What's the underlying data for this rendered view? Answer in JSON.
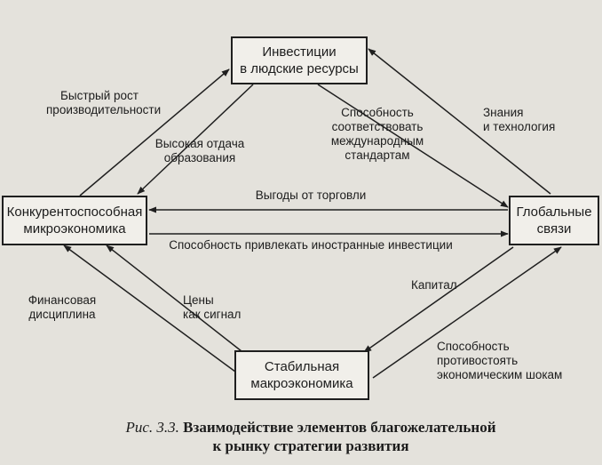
{
  "nodes": {
    "investments": "Инвестиции\nв людские ресурсы",
    "micro": "Конкурентоспособная\nмикроэкономика",
    "global": "Глобальные\nсвязи",
    "macro": "Стабильная\nмакроэкономика"
  },
  "edges": {
    "fast_growth": "Быстрый рост\nпроизводительности",
    "high_return": "Высокая отдача\nобразования",
    "meet_standards": "Способность\nсоответствовать\nмеждународным\nстандартам",
    "knowledge": "Знания\nи технология",
    "trade_benefits": "Выгоды от торговли",
    "attract_investment": "Способность привлекать иностранные инвестиции",
    "capital": "Капитал",
    "financial_discipline": "Финансовая\nдисциплина",
    "prices_signal": "Цены\nкак сигнал",
    "resist_shocks": "Способность\nпротивостоять\nэкономическим шокам"
  },
  "caption": {
    "figure": "Рис. 3.3.",
    "title": "Взаимодействие элементов благожелательной\nк рынку стратегии развития"
  }
}
